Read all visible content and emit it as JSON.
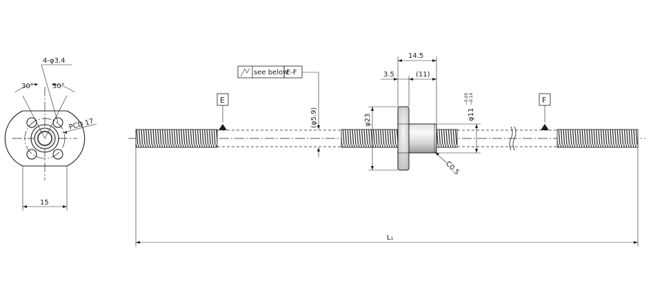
{
  "end_view": {
    "hole_spec": "4-φ3.4",
    "angle_left": "30°",
    "angle_right": "30°",
    "pcd": "PCD 17",
    "width": "15"
  },
  "shaft": {
    "section_note_text": "see below",
    "section_note_ref": "E-F",
    "shaft_diameter": "(φ5.9)",
    "flange_diameter": "φ23",
    "nut_diameter": "φ11",
    "nut_tol_upper": "−0.05",
    "nut_tol_lower": "−0.10",
    "nut_length": "14.5",
    "flange_thickness": "3.5",
    "nut_body_length": "(11)",
    "chamfer": "C0.5",
    "overall_length": "L₁",
    "marker_e": "E",
    "marker_f": "F"
  }
}
